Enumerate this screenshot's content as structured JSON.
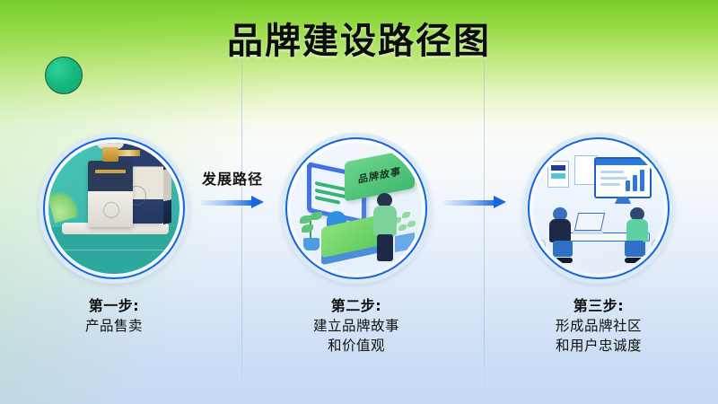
{
  "slide": {
    "title": "品牌建设路径图",
    "background": {
      "top_color": "#7ace2a",
      "mid_color": "#fafcfa",
      "bottom_color": "#c7daf4"
    },
    "decor_dot": {
      "name": "green-circle",
      "color": "#17b97f"
    },
    "accent_blue": "#1565d8",
    "ring_color": "#dceaf7"
  },
  "connector": {
    "label": "发展路径",
    "arrow_color": "#1666df",
    "arrow_one_name": "arrow-step1-to-step2",
    "arrow_two_name": "arrow-step2-to-step3"
  },
  "steps": [
    {
      "id": "step-1",
      "heading": "第一步:",
      "lines": [
        "产品售卖"
      ],
      "illustration": "perfume-bottle-and-gift-box",
      "disc_color": "#3fb9ad",
      "sign_text": ""
    },
    {
      "id": "step-2",
      "heading": "第二步:",
      "lines": [
        "建立品牌故事",
        "和价值观"
      ],
      "illustration": "person-with-brand-story-board",
      "disc_color": "#eaf2fb",
      "sign_text": "品牌故事"
    },
    {
      "id": "step-3",
      "heading": "第三步:",
      "lines": [
        "形成品牌社区",
        "和用户忠诚度"
      ],
      "illustration": "two-people-at-desk-with-laptop-and-monitor",
      "disc_color": "#e9f1fb",
      "sign_text": ""
    }
  ]
}
